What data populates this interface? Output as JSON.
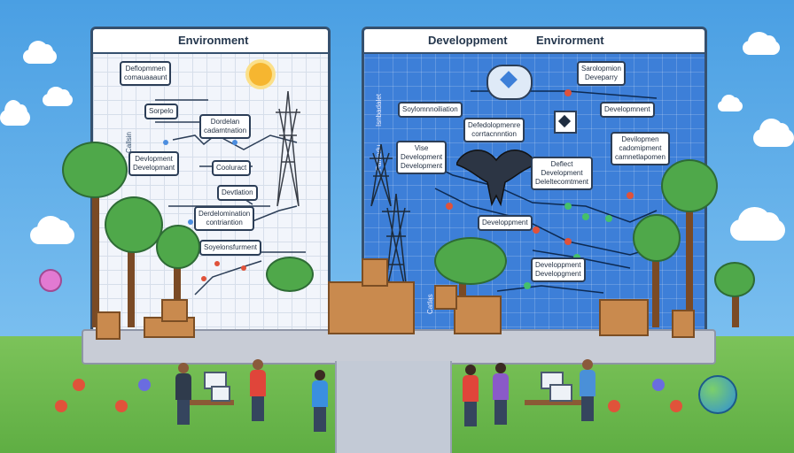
{
  "left_panel": {
    "title": "Environment",
    "side_label": "Callsin",
    "boxes": [
      "Deflopmmen\ncomauaaaunt",
      "Sorpelo",
      "Dordelan\ncadamtnation",
      "Devlopment\nDevelopmant",
      "Cooluract",
      "Devtlation",
      "Derdelomination\ncontriantion",
      "Soyelonsfurment"
    ]
  },
  "right_panel": {
    "title_a": "Developpment",
    "title_b": "Envirorment",
    "side_label_a": "Isnbadalet",
    "side_label_b": "Famodu",
    "side_label_c": "Catlas",
    "boxes": [
      "Sarolopmion\nDeveparry",
      "Soylomnnoiliation",
      "Defedolopmenre\ncorrtacnnntion",
      "Developmnent",
      "Vise\nDevelopment\nDevelopment",
      "Deflect\nDevelopment\nDeleltecomtment",
      "Devilopmen\ncadomipment\ncamnetlapomen",
      "Developpment",
      "Developpment\nDevelopgment"
    ]
  },
  "colors": {
    "accent": "#3d7fd8",
    "panel_border": "#35506e",
    "grass": "#6bb84c",
    "sky": "#5aa9e6"
  },
  "icons": [
    "sun-icon",
    "recycle-icon",
    "bird-icon",
    "power-tower-icon",
    "tree-icon",
    "crate-icon",
    "person-icon",
    "monitor-icon",
    "flower-icon",
    "globe-icon"
  ]
}
